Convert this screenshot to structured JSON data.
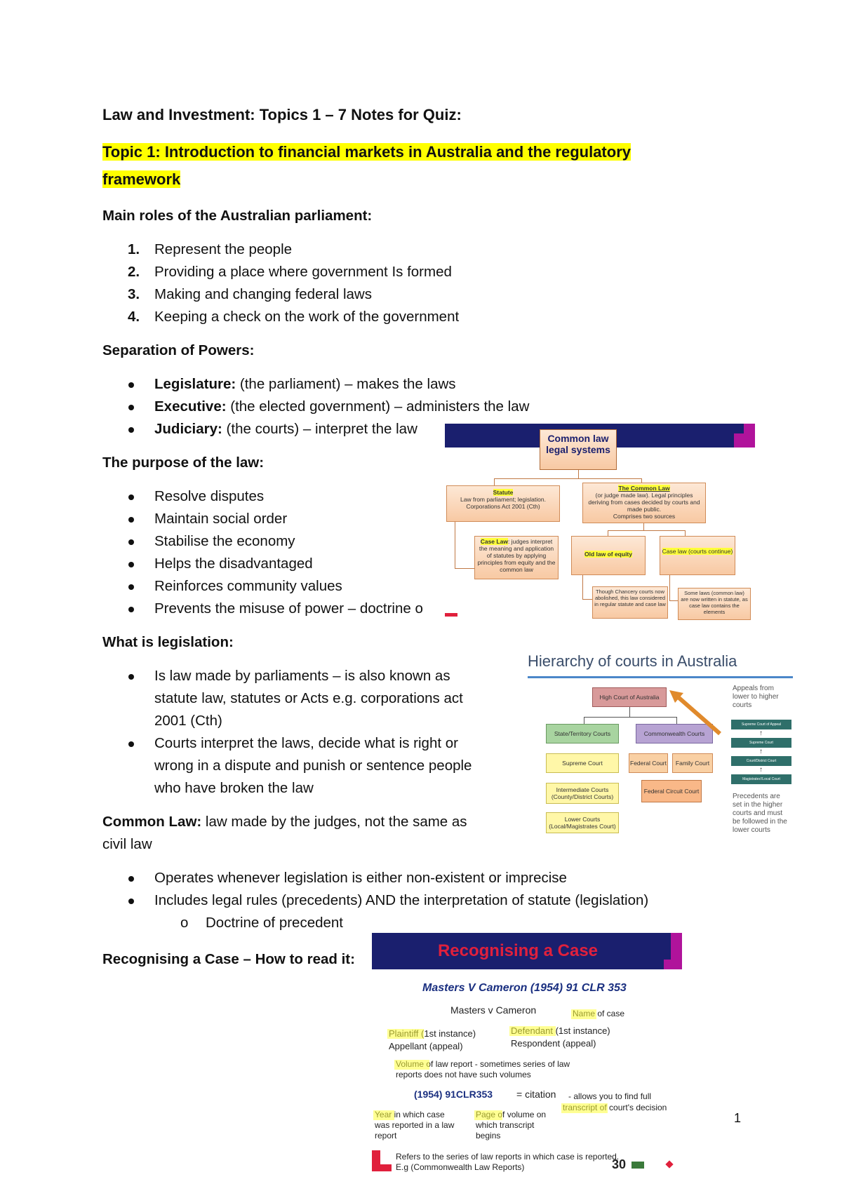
{
  "doc_title": "Law and Investment: Topics 1 – 7 Notes for Quiz:",
  "topic1_heading_line1": "Topic 1: Introduction to financial markets in Australia and the regulatory",
  "topic1_heading_line2": "framework",
  "parliament": {
    "heading": "Main roles of the Australian parliament:",
    "items": [
      {
        "n": "1.",
        "text": "Represent the people"
      },
      {
        "n": "2.",
        "text": "Providing a place where government Is formed"
      },
      {
        "n": "3.",
        "text": "Making and changing federal laws"
      },
      {
        "n": "4.",
        "text": "Keeping a check on the work of the government"
      }
    ]
  },
  "separation": {
    "heading": "Separation of Powers:",
    "items": [
      {
        "label": "Legislature:",
        "text": " (the parliament) – makes the laws"
      },
      {
        "label": "Executive:",
        "text": " (the elected government) – administers the law"
      },
      {
        "label": "Judiciary:",
        "text": " (the courts) – interpret the law"
      }
    ]
  },
  "purpose": {
    "heading": "The purpose of the law:",
    "items": [
      "Resolve disputes",
      "Maintain social order",
      "Stabilise the economy",
      "Helps the disadvantaged",
      "Reinforces community values",
      "Prevents the misuse of power – doctrine o"
    ]
  },
  "legislation": {
    "heading": "What is legislation:",
    "items": [
      [
        "Is law made by parliaments – is also known as",
        "statute law, statutes or Acts e.g. corporations act",
        "2001 (Cth)"
      ],
      [
        "Courts interpret the laws, decide what is right or",
        "wrong in a dispute and punish or sentence people",
        "who have broken the law"
      ]
    ]
  },
  "common_law": {
    "label": "Common Law:",
    "text_line1": " law made by the judges, not the same as",
    "text_line2": "civil law",
    "items": [
      "Operates whenever legislation is either non-existent or imprecise",
      "Includes legal rules (precedents) AND the interpretation of statute (legislation)"
    ],
    "sub_item_marker": "o",
    "sub_item": "Doctrine of precedent"
  },
  "recognising_heading": "Recognising a Case – How to read it:",
  "page_number": "1",
  "diagram_common_law": {
    "root": "Common law legal systems",
    "statute_title": "Statute",
    "statute_body": "Law from parliament; legislation. Corporations Act 2001 (Cth)",
    "common_title": "The Common Law",
    "common_body": "(or judge made law). Legal principles deriving from cases decided by courts and made public.",
    "common_note": "Comprises two sources",
    "case_law_title": "Case Law",
    "case_law_body": ": judges interpret the meaning and application of statutes by applying principles from equity and the common law",
    "old_equity": "Old law of equity",
    "case_law2": "Case law (courts continue)",
    "equity_note": "Though Chancery courts now abolished, this law considered in regular statute and case law",
    "case_note": "Some laws (common law) are now written in statute, as case law contains the elements"
  },
  "diagram_courts": {
    "title": "Hierarchy of courts in Australia",
    "high": "High Court of Australia",
    "state": "State/Territory Courts",
    "cwlth": "Commonwealth Courts",
    "supreme": "Supreme Court",
    "federal": "Federal Court",
    "family": "Family Court",
    "federal_circuit": "Federal Circuit Court",
    "intermediate": "Intermediate Courts (County/District Courts)",
    "lower": "Lower Courts (Local/Magistrates Court)",
    "appeals_note": "Appeals from lower to higher courts",
    "precedent_note": "Precedents are set in the higher courts and must be followed in the lower courts",
    "ladder": [
      "Supreme Court of Appeal",
      "Supreme Court",
      "Court/District Court",
      "Magistrates'/Local Court"
    ]
  },
  "diagram_case": {
    "banner": "Recognising a Case",
    "citation_title": "Masters V Cameron (1954) 91 CLR 353",
    "parties": "Masters v Cameron",
    "name_of_case": "Name of case",
    "plaintiff": "Plaintiff (1st instance)",
    "appellant": "Appellant (appeal)",
    "defendant": "Defendant (1st instance)",
    "respondent": "Respondent (appeal)",
    "volume_line1": "Volume of law report - sometimes series of law",
    "volume_line2": "reports does not have such volumes",
    "citation": "(1954) 91CLR353",
    "equals_citation": "= citation",
    "allows_line1": "- allows you to find full",
    "allows_line2": "transcript of court's decision",
    "year_line1": "Year in which case",
    "year_line2": "was reported in a law",
    "year_line3": "report",
    "page_line1": "Page of volume on",
    "page_line2": "which transcript",
    "page_line3": "begins",
    "series_line1": "Refers to the series of law reports in which case is reported.",
    "series_line2": "E.g (Commonwealth Law Reports)",
    "footer_num": "30"
  },
  "colors": {
    "highlight": "#ffff00",
    "banner_navy": "#1a1f6e",
    "accent_magenta": "#b0139b",
    "banner_red": "#e0203c"
  }
}
